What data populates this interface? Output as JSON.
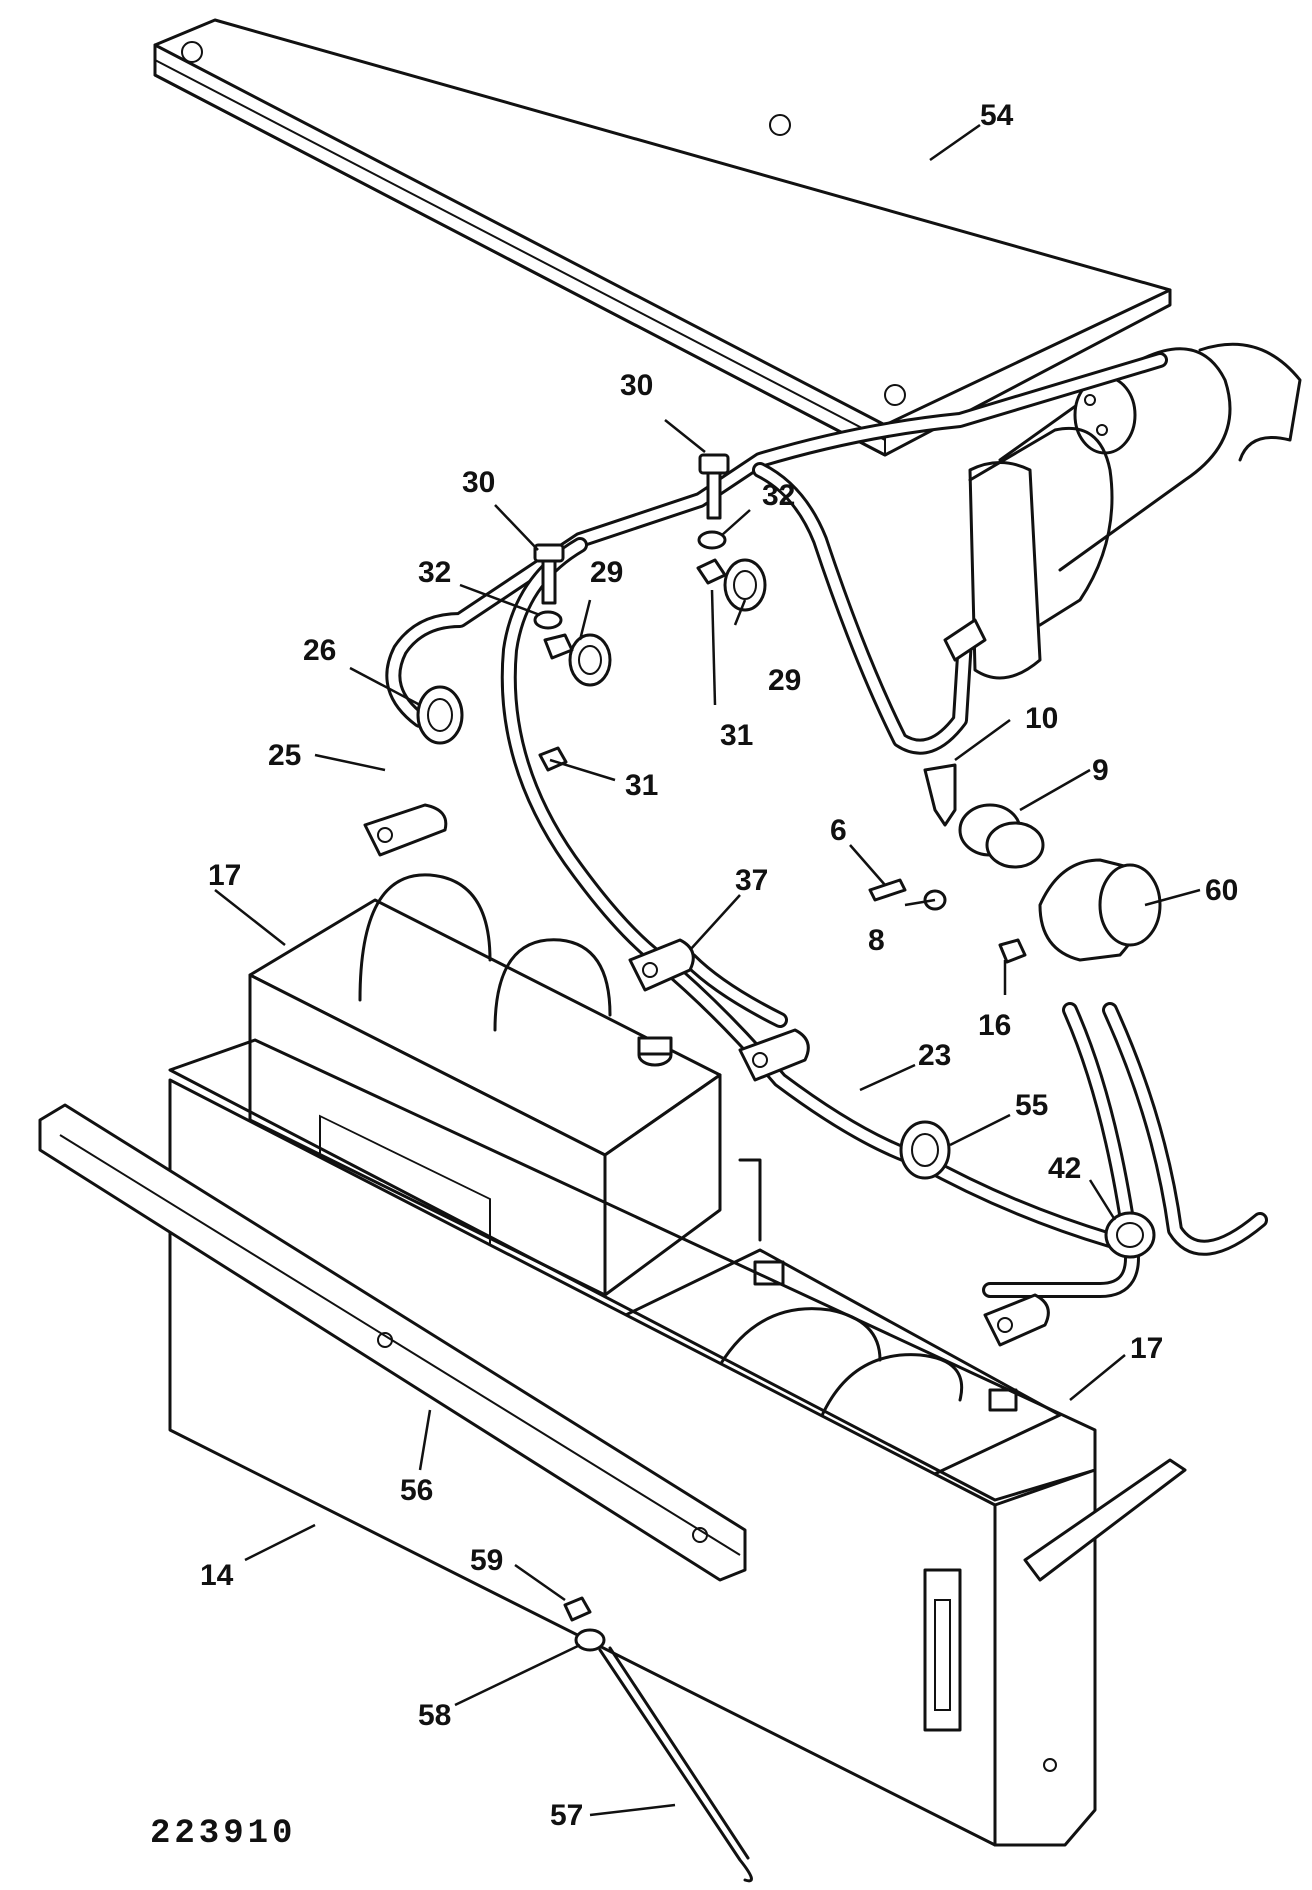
{
  "diagram": {
    "drawing_number": "223910",
    "callouts": {
      "c54": "54",
      "c30a": "30",
      "c30b": "30",
      "c32a": "32",
      "c32b": "32",
      "c29a": "29",
      "c29b": "29",
      "c26": "26",
      "c25": "25",
      "c31a": "31",
      "c31b": "31",
      "c10": "10",
      "c9": "9",
      "c6": "6",
      "c8": "8",
      "c16": "16",
      "c60": "60",
      "c37": "37",
      "c17a": "17",
      "c17b": "17",
      "c23": "23",
      "c55": "55",
      "c42": "42",
      "c56": "56",
      "c14": "14",
      "c59": "59",
      "c58": "58",
      "c57": "57"
    }
  }
}
